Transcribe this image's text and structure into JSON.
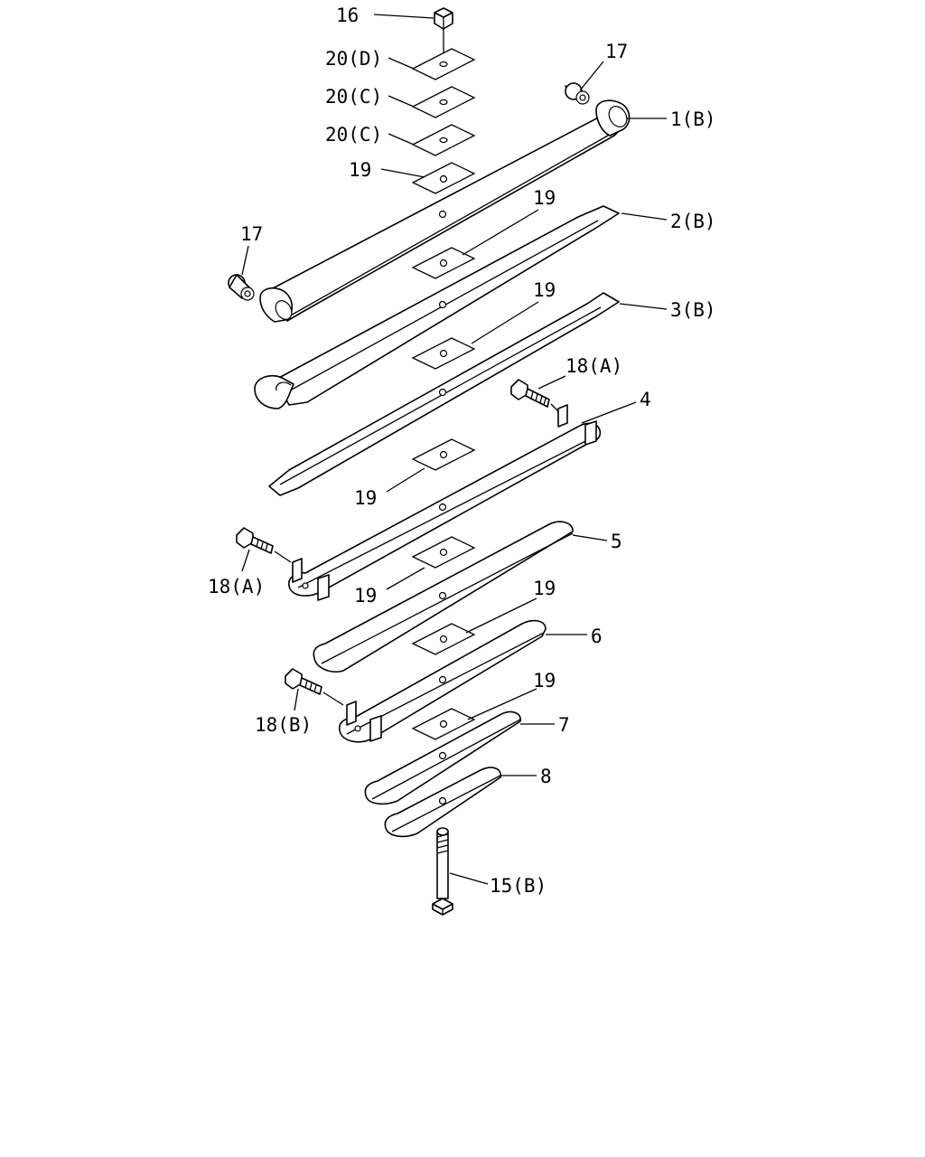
{
  "labels": {
    "p16": "16",
    "p20d": "20(D)",
    "p20c_1": "20(C)",
    "p20c_2": "20(C)",
    "p19_top": "19",
    "p17_right": "17",
    "p17_left": "17",
    "p1": "1(B)",
    "p2": "2(B)",
    "p3": "3(B)",
    "p19_2": "19",
    "p19_3": "19",
    "p18a_right": "18(A)",
    "p4": "4",
    "p19_4": "19",
    "p18a_left": "18(A)",
    "p5": "5",
    "p19_5": "19",
    "p19_6": "19",
    "p6": "6",
    "p18b": "18(B)",
    "p19_7": "19",
    "p7": "7",
    "p8": "8",
    "p15": "15(B)"
  }
}
